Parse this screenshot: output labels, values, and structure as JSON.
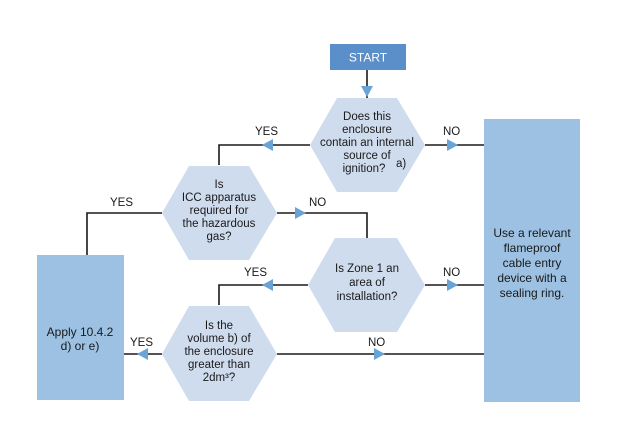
{
  "start": {
    "label": "START"
  },
  "decisions": {
    "ignition": {
      "lines": [
        "Does this",
        "enclosure",
        "contain an internal",
        "source of",
        "ignition?"
      ],
      "footnote": "a)"
    },
    "icc": {
      "lines": [
        "Is",
        "ICC apparatus",
        "required for",
        "the hazardous",
        "gas?"
      ]
    },
    "zone": {
      "lines": [
        "Is Zone 1 an",
        "area of",
        "installation?"
      ]
    },
    "volume": {
      "lines": [
        "Is the",
        "volume b) of",
        "the enclosure",
        "greater than",
        "2dm³?"
      ]
    }
  },
  "outcomes": {
    "apply": {
      "lines": [
        "Apply 10.4.2",
        "d) or e)"
      ]
    },
    "flameproof": {
      "lines": [
        "Use a relevant",
        "flameproof",
        "cable entry",
        "device with a",
        "sealing ring."
      ]
    }
  },
  "edge_labels": {
    "ignition_yes": "YES",
    "ignition_no": "NO",
    "icc_yes": "YES",
    "icc_no": "NO",
    "zone_yes": "YES",
    "zone_no": "NO",
    "volume_yes": "YES",
    "volume_no": "NO"
  },
  "colors": {
    "start_fill": "#5b8fc9",
    "decision_fill": "#cfdcee",
    "outcome_fill": "#9cc1e3",
    "arrow": "#6aa3d6",
    "line": "#1a1a1a"
  }
}
